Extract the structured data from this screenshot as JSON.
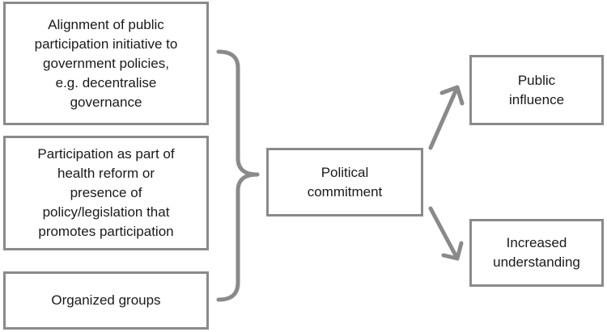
{
  "diagram": {
    "inputs": [
      {
        "id": "alignment",
        "lines": [
          "Alignment of public",
          "participation initiative to",
          "government policies,",
          "e.g. decentralise",
          "governance"
        ]
      },
      {
        "id": "health",
        "lines": [
          "Participation as part of",
          "health reform or",
          "presence of",
          "policy/legislation that",
          "promotes participation"
        ]
      },
      {
        "id": "organized",
        "lines": [
          "Organized groups"
        ]
      }
    ],
    "center": {
      "lines": [
        "Political",
        "commitment"
      ]
    },
    "outputs": [
      {
        "id": "public",
        "lines": [
          "Public",
          "influence"
        ]
      },
      {
        "id": "increased",
        "lines": [
          "Increased",
          "understanding"
        ]
      }
    ],
    "colors": {
      "border": "#8a8a8a",
      "connector": "#8a8a8a",
      "text": "#1a1a1a"
    }
  }
}
